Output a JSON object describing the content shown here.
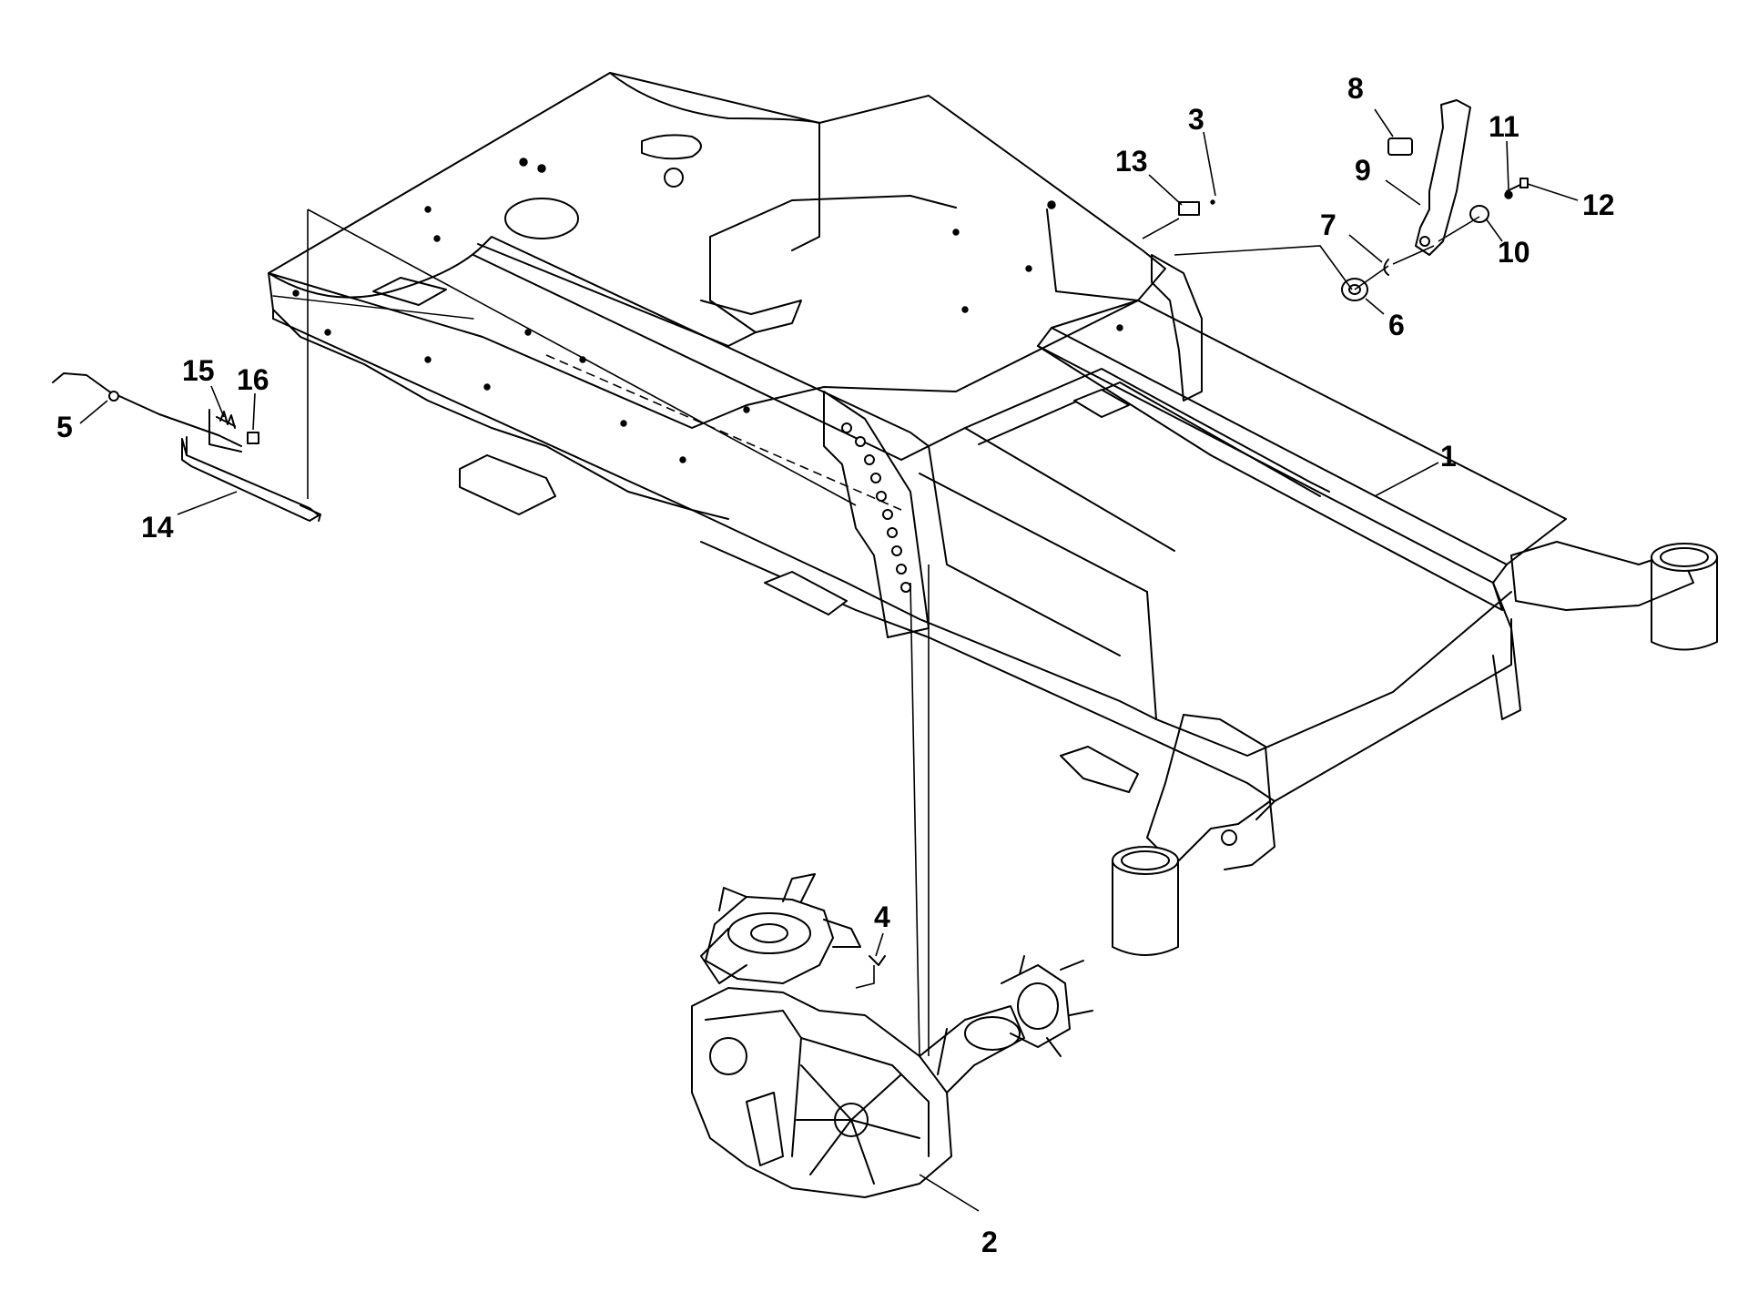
{
  "diagram": {
    "type": "exploded-parts-view",
    "style": {
      "line_color": "#000000",
      "background": "#ffffff"
    },
    "callouts": [
      {
        "id": "1",
        "label": "1"
      },
      {
        "id": "2",
        "label": "2"
      },
      {
        "id": "3",
        "label": "3"
      },
      {
        "id": "4",
        "label": "4"
      },
      {
        "id": "5",
        "label": "5"
      },
      {
        "id": "6",
        "label": "6"
      },
      {
        "id": "7",
        "label": "7"
      },
      {
        "id": "8",
        "label": "8"
      },
      {
        "id": "9",
        "label": "9"
      },
      {
        "id": "10",
        "label": "10"
      },
      {
        "id": "11",
        "label": "11"
      },
      {
        "id": "12",
        "label": "12"
      },
      {
        "id": "13",
        "label": "13"
      },
      {
        "id": "14",
        "label": "14"
      },
      {
        "id": "15",
        "label": "15"
      },
      {
        "id": "16",
        "label": "16"
      }
    ]
  }
}
